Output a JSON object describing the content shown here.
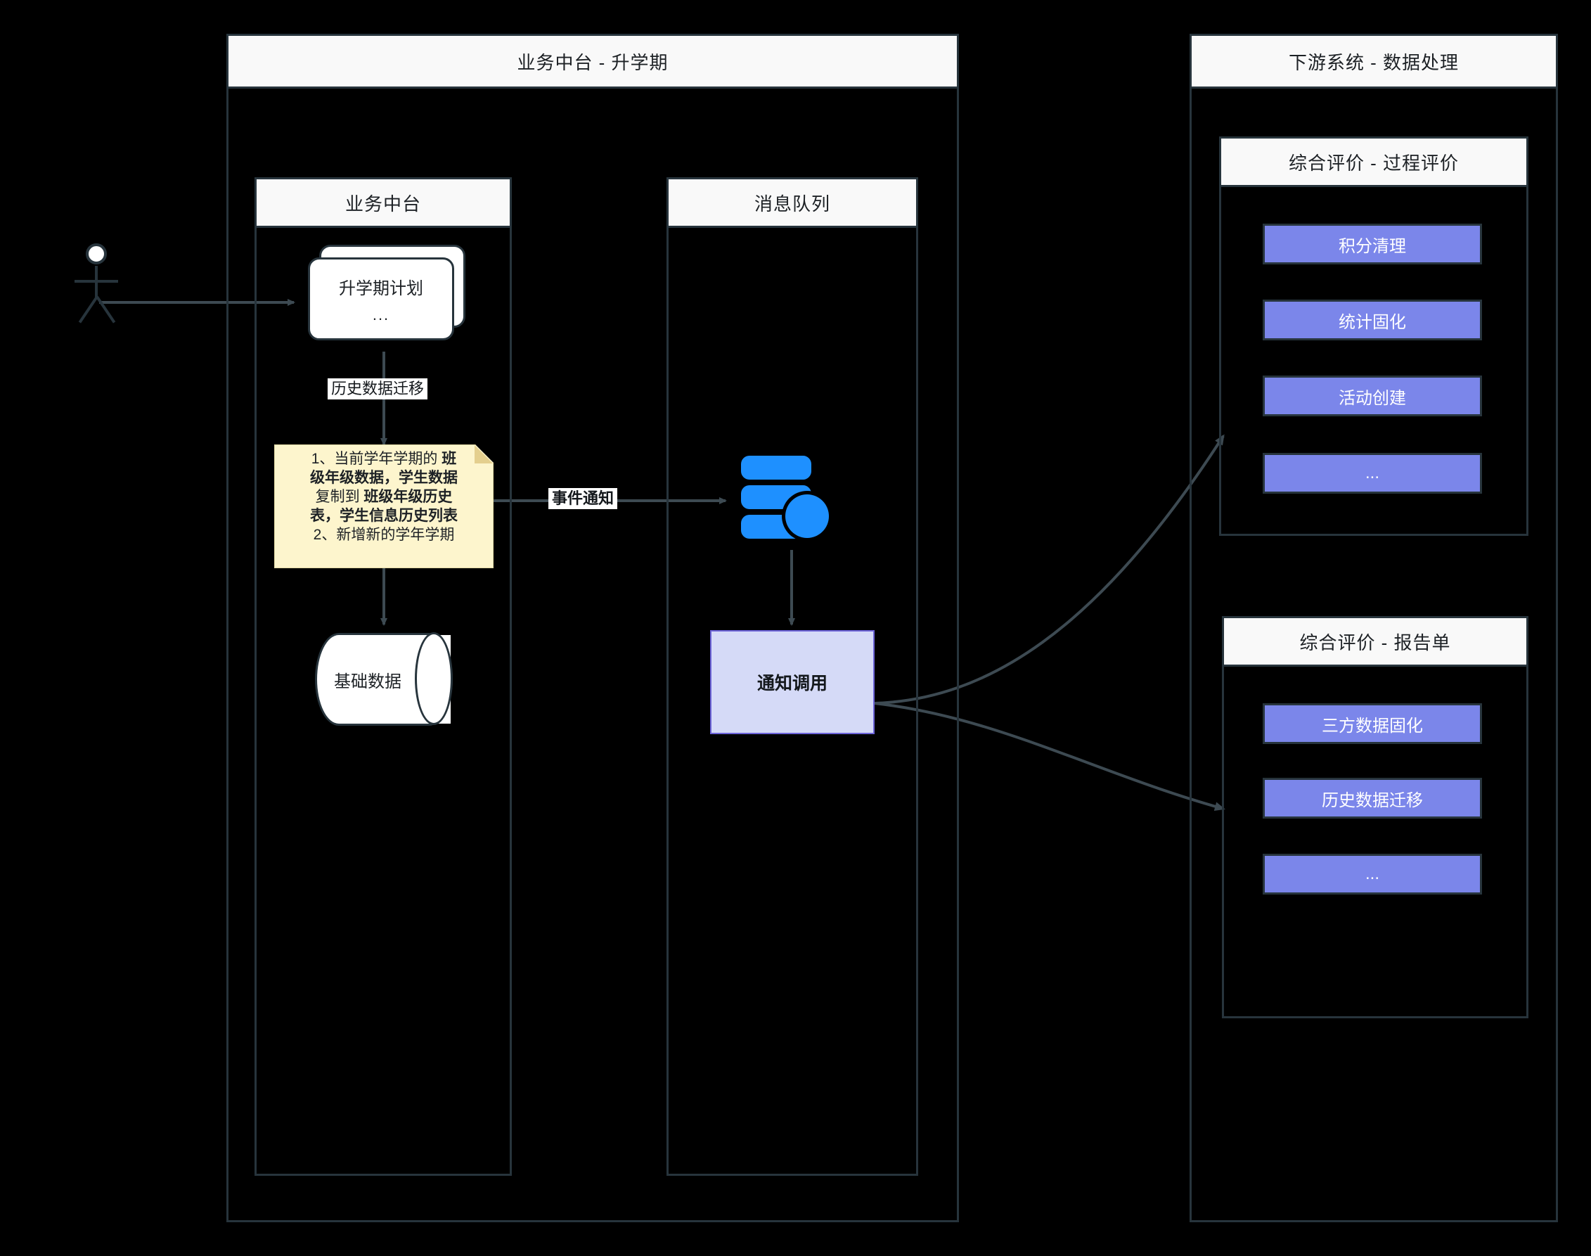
{
  "diagram": {
    "title_left": "业务中台 - 升学期",
    "title_right": "下游系统 - 数据处理"
  },
  "lanes": {
    "business_midend": {
      "title": "业务中台"
    },
    "message_queue": {
      "title": "消息队列"
    },
    "process_eval": {
      "title": "综合评价 - 过程评价"
    },
    "report_sheet": {
      "title": "综合评价 - 报告单"
    }
  },
  "nodes": {
    "actor": {
      "name": "actor"
    },
    "plan_card": {
      "label": "升学期计划",
      "sub": "..."
    },
    "note": {
      "line1_a": "1、当前学年学期的 ",
      "line1_b": "班",
      "line2": "级年级数据，学生数据",
      "line3_a": "复制到 ",
      "line3_b": "班级年级历史",
      "line4_a": "表，",
      "line4_b": "学生信息历史列表",
      "line5": "2、新增新的学年学期"
    },
    "base_data": {
      "label": "基础数据"
    },
    "mq_icon": {
      "name": "message-queue-stack-icon"
    },
    "notify_call": {
      "label": "通知调用"
    }
  },
  "edge_labels": {
    "history_migration": "历史数据迁移",
    "event_notify": "事件通知"
  },
  "process_eval_items": [
    {
      "label": "积分清理"
    },
    {
      "label": "统计固化"
    },
    {
      "label": "活动创建"
    },
    {
      "label": "..."
    }
  ],
  "report_sheet_items": [
    {
      "label": "三方数据固化"
    },
    {
      "label": "历史数据迁移"
    },
    {
      "label": "..."
    }
  ],
  "colors": {
    "background": "#000000",
    "border": "#27343c",
    "title_bar": "#f9f9f9",
    "purple_box": "#7b86ea",
    "notify_box_fill": "#d5daf7",
    "notify_box_border": "#6c63d8",
    "note_fill": "#fdf5cd",
    "note_fold": "#e4cf8e",
    "mq_icon_blue": "#1e90ff",
    "connector": "#3d4a52"
  }
}
